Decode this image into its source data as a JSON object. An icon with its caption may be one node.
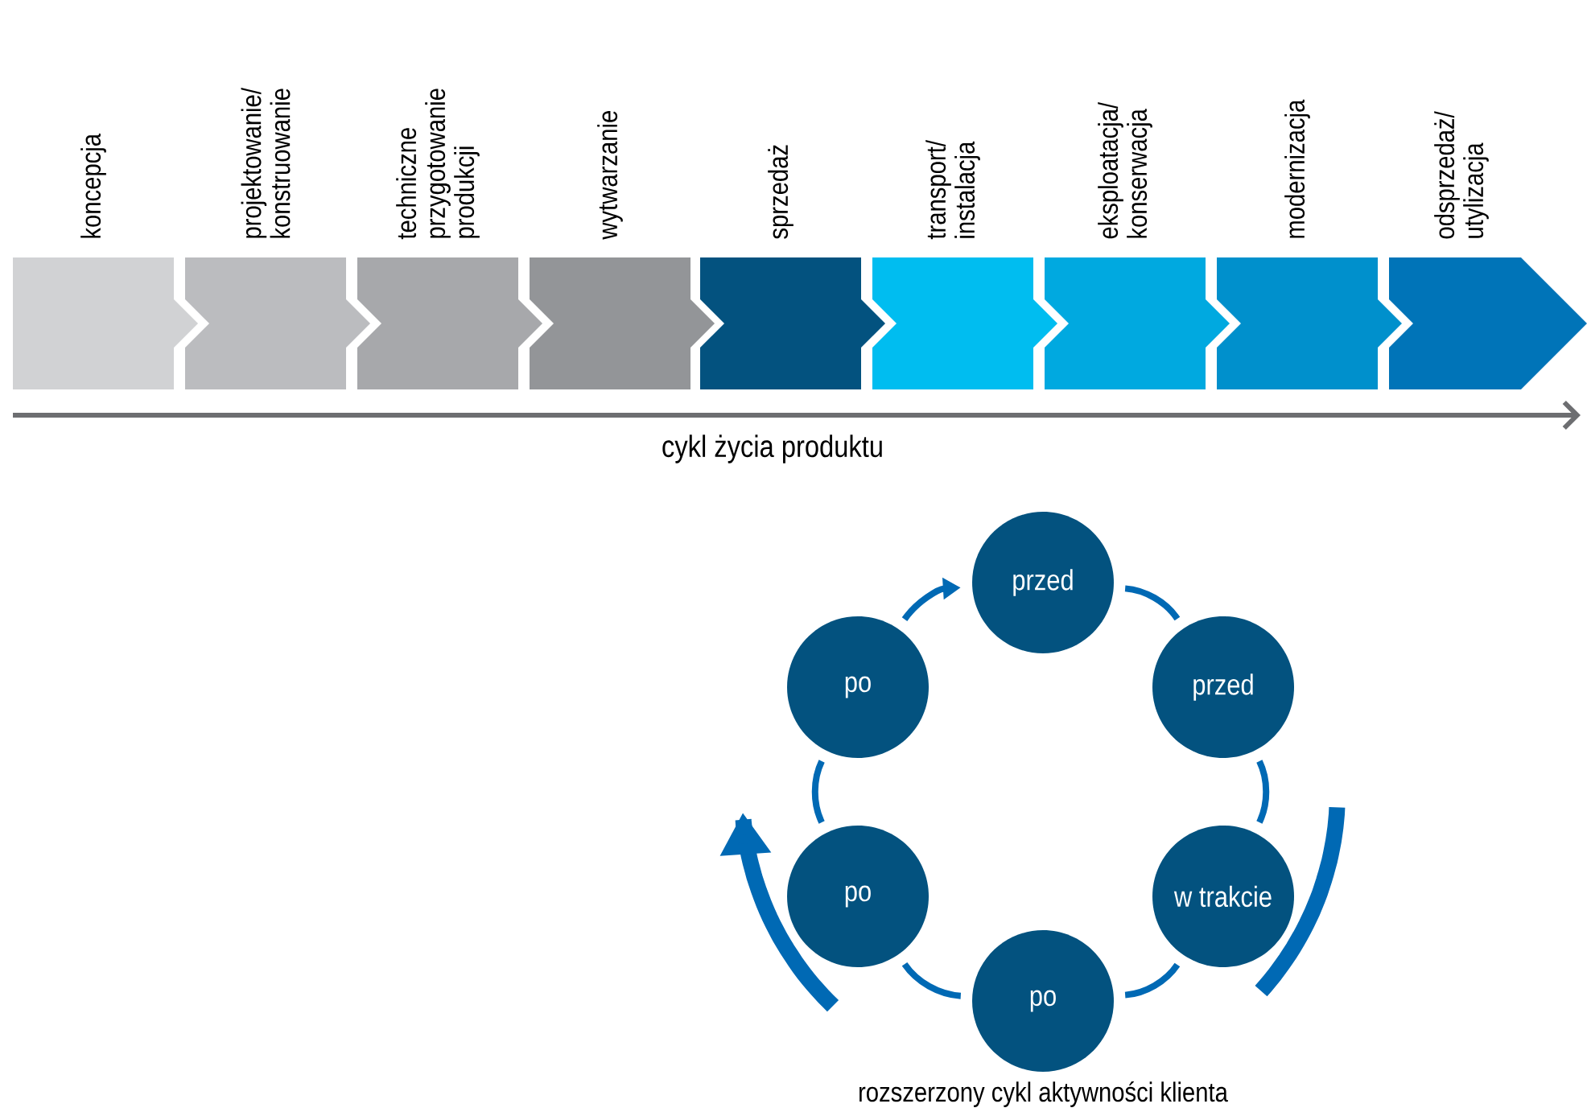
{
  "diagram": {
    "nodes": [
      {
        "text": [
          "koncepcja"
        ]
      },
      {
        "text": [
          "projektowanie/ konstruowanie"
        ]
      },
      {
        "text": [
          "techniczne przygotowanie produkcji"
        ]
      },
      {
        "text": [
          "wytwarzanie"
        ]
      },
      {
        "text": [
          "sprzedaż"
        ]
      },
      {
        "text": [
          "transport/ instalacja"
        ]
      },
      {
        "text": [
          "eksploatacja/ konserwacja"
        ]
      },
      {
        "text": [
          "modernizacja"
        ]
      },
      {
        "text": [
          "odsprzedaż/ utylizacja"
        ]
      },
      {
        "text": [
          "przed"
        ]
      },
      {
        "text": [
          "przed"
        ]
      },
      {
        "text": [
          "w trakcie"
        ]
      },
      {
        "text": [
          "po"
        ]
      },
      {
        "text": [
          "po"
        ]
      },
      {
        "text": [
          "po"
        ]
      }
    ],
    "edges": [
      {
        "from": 9,
        "to": 10,
        "arrow": "none"
      },
      {
        "from": 10,
        "to": 11,
        "arrow": "none"
      },
      {
        "from": 11,
        "to": 12,
        "arrow": "none"
      },
      {
        "from": 12,
        "to": 13,
        "arrow": "none"
      },
      {
        "from": 13,
        "to": 14,
        "arrow": "none"
      },
      {
        "from": 14,
        "to": 9,
        "arrow": "to"
      }
    ],
    "labels": [
      "cykl życia produktu",
      "rozszerzony cykl aktywności klienta"
    ]
  }
}
